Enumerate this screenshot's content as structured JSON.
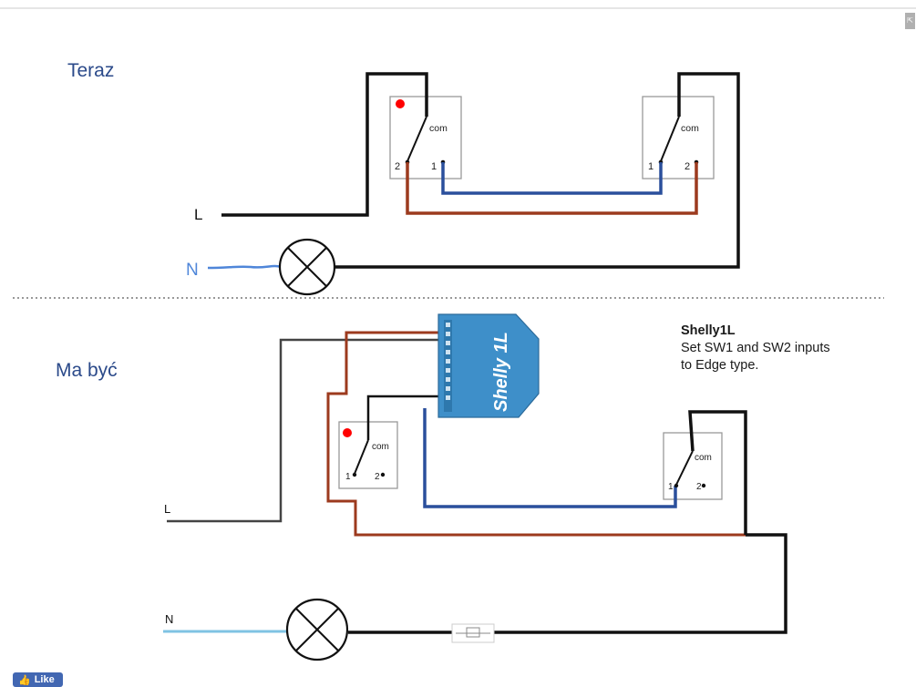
{
  "sections": {
    "top": {
      "title": "Teraz"
    },
    "bottom": {
      "title": "Ma być"
    }
  },
  "wire_labels": {
    "top_L": "L",
    "top_N": "N",
    "bottom_L": "L",
    "bottom_N": "N"
  },
  "switch_labels": {
    "com": "com",
    "one": "1",
    "two": "2"
  },
  "device": {
    "name": "Shelly 1L"
  },
  "note": {
    "title": "Shelly1L",
    "line1": "Set SW1 and SW2 inputs",
    "line2": "to Edge type."
  },
  "facebook": {
    "like_label": "Like"
  },
  "colors": {
    "wire_black": "#111111",
    "wire_blue": "#2a4f9c",
    "wire_red": "#9c3a1e",
    "wire_gray": "#444444",
    "neutral_blue": "#4f86d9",
    "neutral_cyan": "#7fc3e3",
    "indicator_red": "#ff0000",
    "shelly_body": "#3e8fc9",
    "section_label": "#2b4a8a"
  },
  "icons": {
    "lamp": "lamp-cross-icon",
    "like": "thumbs-up-icon",
    "corner": "expand-icon"
  }
}
